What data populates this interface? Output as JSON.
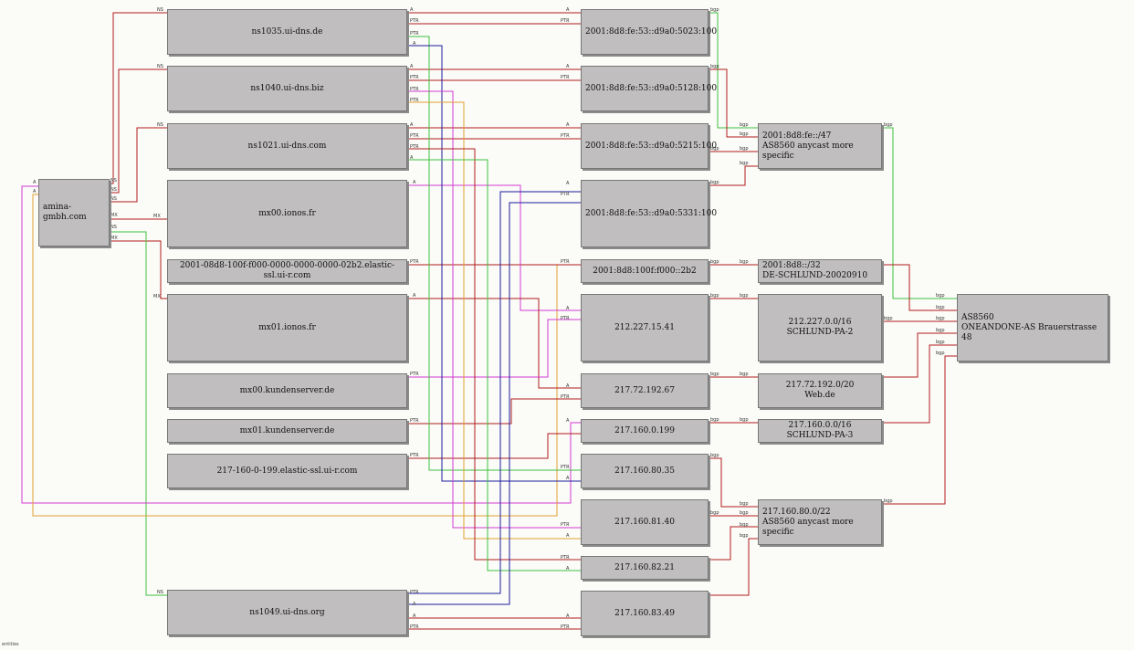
{
  "footer": "entities",
  "nodes": {
    "amina": "amina-gmbh.com",
    "ns1035": "ns1035.ui-dns.de",
    "ns1040": "ns1040.ui-dns.biz",
    "ns1021": "ns1021.ui-dns.com",
    "mx00ionos": "mx00.ionos.fr",
    "elastic2001": "2001-08d8-100f-f000-0000-0000-0000-02b2.elastic-ssl.ui-r.com",
    "mx01ionos": "mx01.ionos.fr",
    "mx00kunden": "mx00.kundenserver.de",
    "mx01kunden": "mx01.kundenserver.de",
    "elastic217": "217-160-0-199.elastic-ssl.ui-r.com",
    "ns1049": "ns1049.ui-dns.org",
    "ip5023": "2001:8d8:fe:53::d9a0:5023:100",
    "ip5128": "2001:8d8:fe:53::d9a0:5128:100",
    "ip5215": "2001:8d8:fe:53::d9a0:5215:100",
    "ip5331": "2001:8d8:fe:53::d9a0:5331:100",
    "ip2b2": "2001:8d8:100f:f000::2b2",
    "ip21227": "212.227.15.41",
    "ip21772": "217.72.192.67",
    "ip160_0": "217.160.0.199",
    "ip160_80": "217.160.80.35",
    "ip160_81": "217.160.81.40",
    "ip160_82": "217.160.82.21",
    "ip160_83": "217.160.83.49",
    "net47": "2001:8d8:fe::/47\nAS8560 anycast more specific",
    "net32": "2001:8d8::/32\nDE-SCHLUND-20020910",
    "net212": "212.227.0.0/16\nSCHLUND-PA-2",
    "net21772": "217.72.192.0/20\nWeb.de",
    "net160": "217.160.0.0/16\nSCHLUND-PA-3",
    "net16080": "217.160.80.0/22\nAS8560 anycast more specific",
    "as8560": "AS8560\nONEANDONE-AS Brauerstrasse 48"
  },
  "edge_labels": [
    "NS",
    "MX",
    "A",
    "PTR",
    "bgp"
  ],
  "colors": {
    "red": "#b01c1c",
    "green": "#3ec23e",
    "blue": "#1d1d9e",
    "magenta": "#d33ad3",
    "orange": "#e0a030",
    "node": "#c0bebf"
  }
}
